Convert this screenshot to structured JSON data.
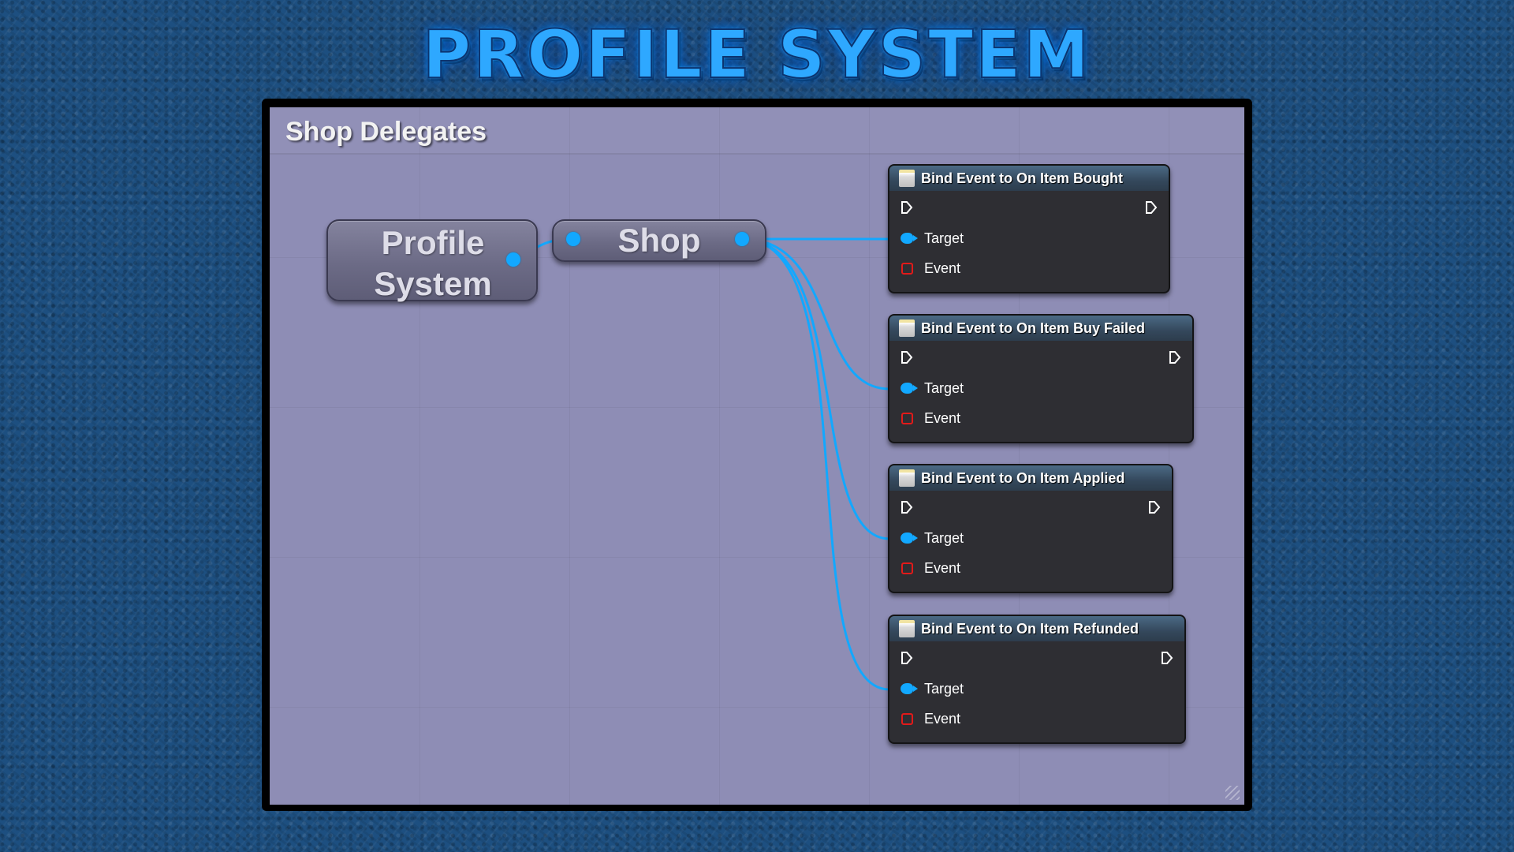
{
  "page_title": "PROFILE SYSTEM",
  "graph": {
    "comment_title": "Shop Delegates",
    "variable_node": {
      "line1": "Profile",
      "line2": "System"
    },
    "getter_node": {
      "label": "Shop"
    }
  },
  "nodes": [
    {
      "title": "Bind Event to On Item Bought",
      "target_label": "Target",
      "event_label": "Event"
    },
    {
      "title": "Bind Event to On Item Buy Failed",
      "target_label": "Target",
      "event_label": "Event"
    },
    {
      "title": "Bind Event to On Item Applied",
      "target_label": "Target",
      "event_label": "Event"
    },
    {
      "title": "Bind Event to On Item Refunded",
      "target_label": "Target",
      "event_label": "Event"
    }
  ],
  "colors": {
    "wire": "#12a8ff",
    "event_pin": "#e11a1a",
    "node_body": "#2e2e33",
    "canvas": "#8e8db5"
  },
  "icons": {
    "exec_pin": "exec-arrow-outline-icon",
    "target_pin": "object-pin-icon",
    "event_pin": "delegate-pin-icon",
    "node_icon": "function-icon"
  }
}
